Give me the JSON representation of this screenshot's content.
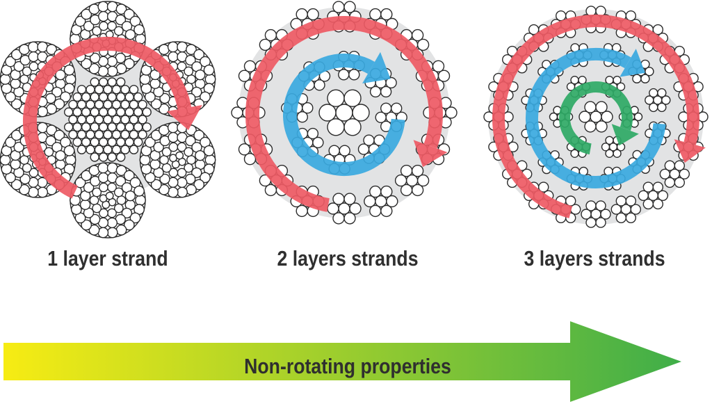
{
  "labels": {
    "one_layer": "1 layer strand",
    "two_layers": "2 layers strands",
    "three_layers": "3 layers strands"
  },
  "bottom_arrow": {
    "label": "Non-rotating properties",
    "gradient_start": "#f7ec13",
    "gradient_end": "#3fae49"
  },
  "colors": {
    "outer_layer_arrow": "#ee5a64",
    "second_layer_arrow": "#3aa9e0",
    "inner_layer_arrow": "#2faa66",
    "rope_core": "#e2e3e4",
    "wire_outline": "#2b2b2b"
  }
}
